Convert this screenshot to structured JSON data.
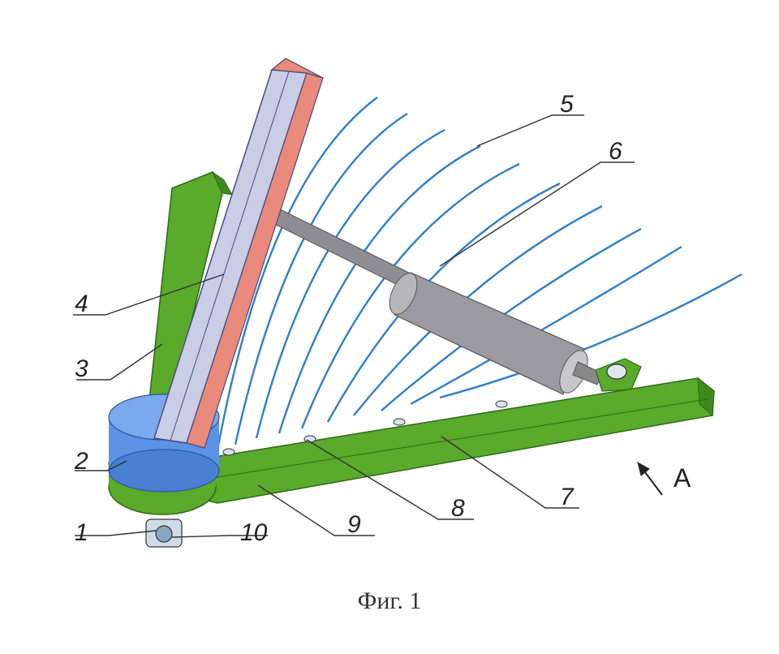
{
  "figure": {
    "caption": "Фиг. 1",
    "view_label": "A",
    "callouts": {
      "c1": "1",
      "c2": "2",
      "c3": "3",
      "c4": "4",
      "c5": "5",
      "c6": "6",
      "c7": "7",
      "c8": "8",
      "c9": "9",
      "c10": "10"
    },
    "colors": {
      "frame_green": "#5aaa2c",
      "frame_green_dark": "#3f8a1e",
      "hub_blue": "#5b93e6",
      "post_face": "#c9cde6",
      "post_edge": "#e98a7c",
      "wire_blue": "#2f7fc9",
      "cylinder_gray": "#9a9aa0",
      "line_dark": "#333333"
    }
  }
}
